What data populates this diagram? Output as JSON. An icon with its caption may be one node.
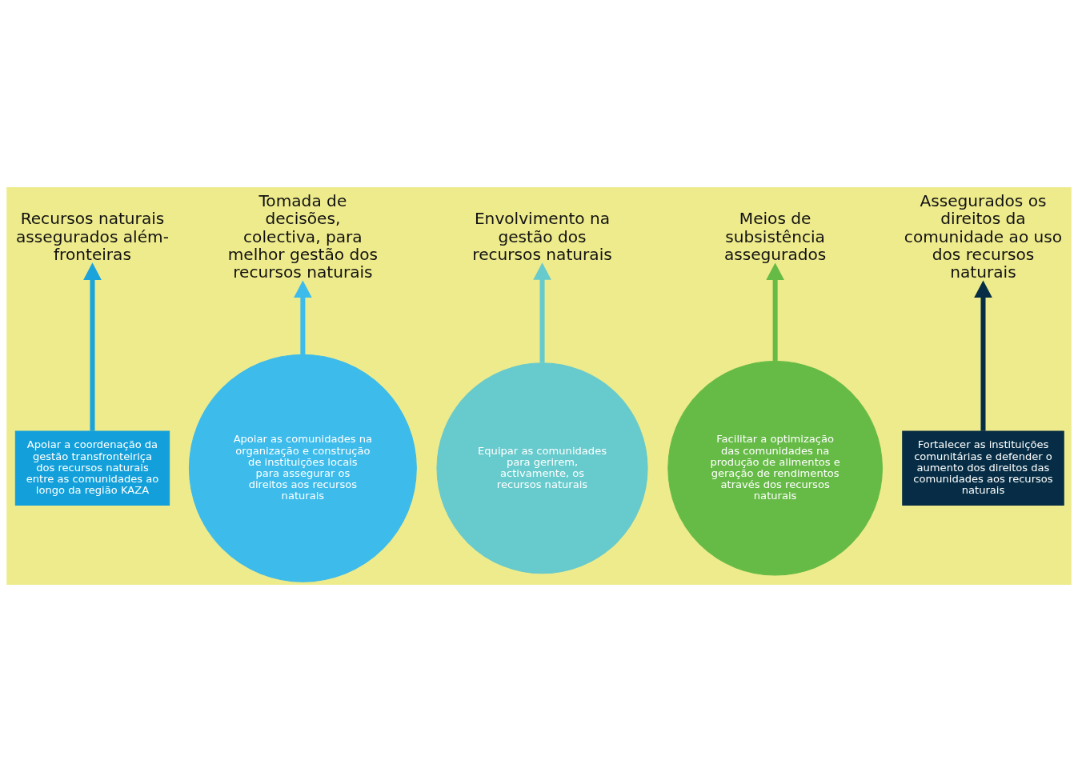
{
  "diagram": {
    "nodes": [
      {
        "text": [
          "Recursos naturais assegurados além-fronteiras"
        ]
      },
      {
        "text": [
          "Tomada de decisões, colectiva, para melhor gestão dos recursos naturais"
        ]
      },
      {
        "text": [
          "Envolvimento na gestão dos recursos naturais"
        ]
      },
      {
        "text": [
          "Meios de subsistência assegurados"
        ]
      },
      {
        "text": [
          "Assegurados os direitos da comunidade ao uso dos recursos naturais"
        ]
      },
      {
        "text": [
          "Apoiar a coordenação da gestão transfronteiriça dos recursos naturais entre as comunidades ao longo da região KAZA"
        ]
      },
      {
        "text": [
          "Apoiar as comunidades na organização e construção de instituições locais para assegurar os direitos aos recursos naturais"
        ]
      },
      {
        "text": [
          "Equipar as comunidades para gerirem, activamente, os recursos naturais"
        ]
      },
      {
        "text": [
          "Facilitar a optimização das comunidades na produção de alimentos e geração de rendimentos através dos recursos naturais"
        ]
      },
      {
        "text": [
          "Fortalecer as instituições comunitárias e defender o aumento dos direitos das comunidades aos recursos naturais"
        ]
      }
    ],
    "edges": [
      {
        "from": 5,
        "to": 0,
        "arrow": "to",
        "color": "#1ba3dc"
      },
      {
        "from": 6,
        "to": 1,
        "arrow": "to",
        "color": "#3dbbea"
      },
      {
        "from": 7,
        "to": 2,
        "arrow": "to",
        "color": "#67cacc"
      },
      {
        "from": 8,
        "to": 3,
        "arrow": "to",
        "color": "#66bb46"
      },
      {
        "from": 9,
        "to": 4,
        "arrow": "to",
        "color": "#062d45"
      }
    ]
  }
}
